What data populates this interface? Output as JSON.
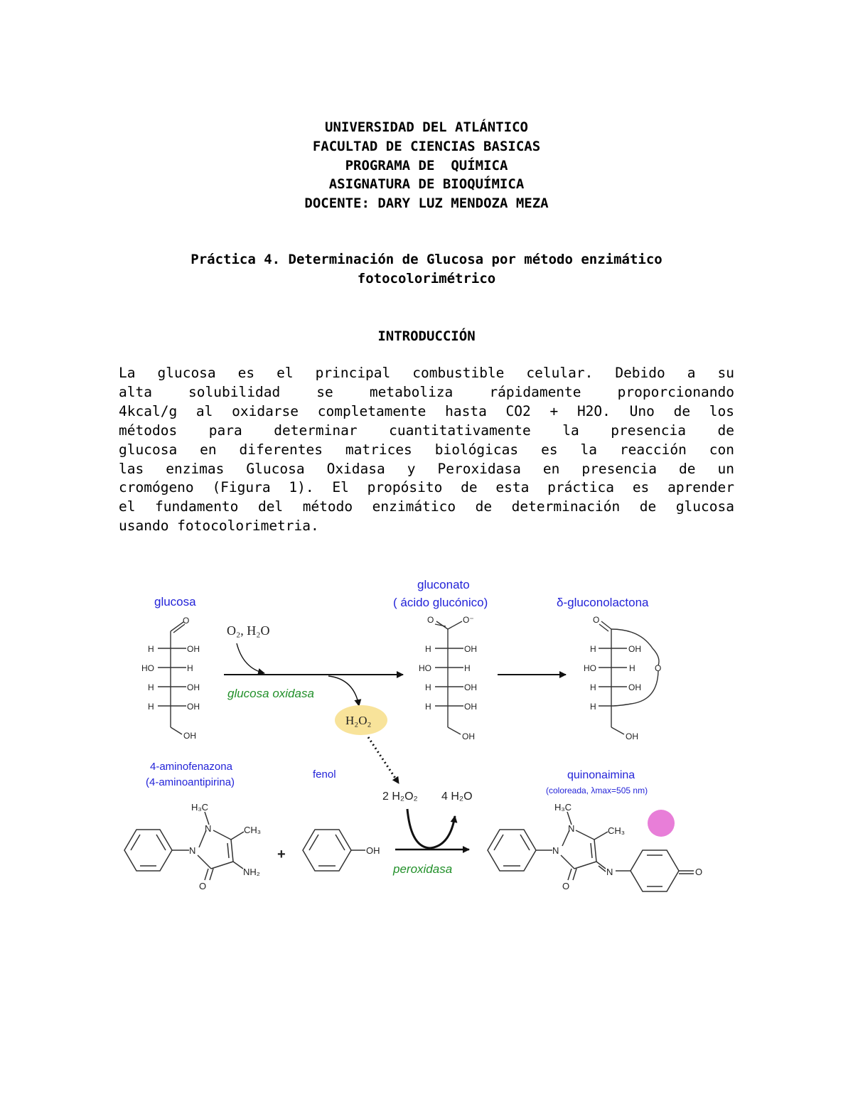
{
  "header": {
    "lines": [
      "UNIVERSIDAD DEL ATLÁNTICO",
      "FACULTAD DE CIENCIAS BASICAS",
      "PROGRAMA DE  QUÍMICA",
      "ASIGNATURA DE BIOQUÍMICA",
      "DOCENTE: DARY LUZ MENDOZA MEZA"
    ]
  },
  "title": {
    "line1": "Práctica 4. Determinación de Glucosa por método enzimático",
    "line2": "fotocolorimétrico"
  },
  "intro": {
    "heading": "INTRODUCCIÓN",
    "lines": [
      "La glucosa es el principal combustible celular. Debido a su",
      "alta solubilidad se metaboliza rápidamente proporcionando",
      "4kcal/g al oxidarse completamente hasta CO2 + H2O. Uno de los",
      "métodos para determinar cuantitativamente la presencia de",
      "glucosa en diferentes matrices biológicas es la reacción con",
      "las enzimas Glucosa Oxidasa y Peroxidasa en presencia de un",
      "cromógeno (Figura 1). El propósito de esta práctica es aprender",
      "el fundamento del método enzimático de determinación de glucosa",
      "usando fotocolorimetria."
    ]
  },
  "figure": {
    "glucosa": "glucosa",
    "o2h2o": "O₂, H₂O",
    "glucosa_oxidasa": "glucosa oxidasa",
    "h2o2": "H₂O₂",
    "gluconato": "gluconato",
    "acido_gluconico": "( ácido glucónico)",
    "gluconolactona": "δ-gluconolactona",
    "aminofenazona": "4-aminofenazona",
    "aminoantipirina": "(4-aminoantipirina)",
    "fenol": "fenol",
    "two_h2o2": "2 H₂O₂",
    "four_h2o": "4 H₂O",
    "peroxidasa": "peroxidasa",
    "quinonaimina": "quinonaimina",
    "coloreada": "(coloreada, λmax=505 nm)",
    "plus": "+",
    "atoms": {
      "O": "O",
      "Ominus": "O⁻",
      "H": "H",
      "OH": "OH",
      "HO": "HO",
      "N": "N",
      "CH3": "CH₃",
      "H3C": "H₃C",
      "NH2": "NH₂"
    },
    "colors": {
      "blue": "#2323d8",
      "green": "#22902a",
      "h2o2_fill": "#f8e39a",
      "quinone_dot": "#e87ed8"
    }
  }
}
